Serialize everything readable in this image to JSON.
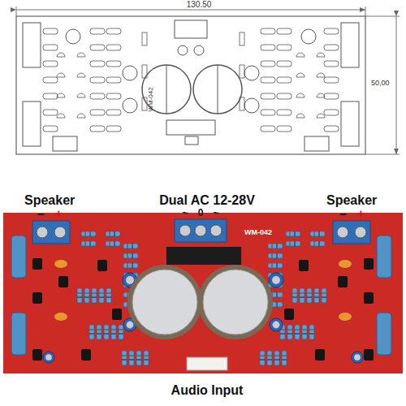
{
  "diagram": {
    "labels": [
      "130.50",
      "50,00",
      "WM-042",
      "Speaker",
      "−",
      "+",
      "Dual AC 12-28V",
      "~",
      "0",
      "~",
      "WM-042",
      "Speaker",
      "−",
      "+",
      "Audio Input"
    ]
  }
}
